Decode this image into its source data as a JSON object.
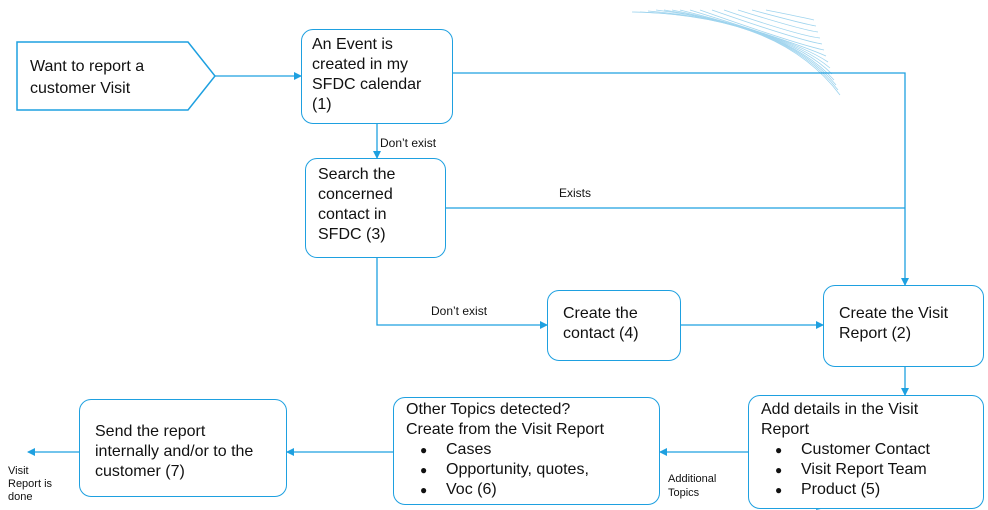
{
  "nodes": {
    "start": [
      "Want to report a",
      "customer Visit"
    ],
    "event": [
      "An Event is",
      "created in my",
      "SFDC calendar",
      "(1)"
    ],
    "search": [
      "Search the",
      "concerned",
      "contact in",
      "SFDC (3)"
    ],
    "create_contact": [
      "Create the",
      "contact (4)"
    ],
    "create_report": [
      "Create the Visit",
      "Report (2)"
    ],
    "add_details": {
      "lines": [
        "Add details in the Visit",
        "Report"
      ],
      "bullets": [
        "Customer Contact",
        "Visit Report Team",
        "Product (5)"
      ]
    },
    "other_topics": {
      "lines": [
        "Other Topics detected?",
        "Create from the Visit Report"
      ],
      "bullets": [
        "Cases",
        "Opportunity, quotes,",
        "Voc (6)"
      ]
    },
    "send_report": [
      "Send the report",
      "internally and/or to the",
      "customer (7)"
    ]
  },
  "edge_labels": {
    "dont_exist_1": "Don’t exist",
    "exists": "Exists",
    "dont_exist_2": "Don’t exist",
    "additional_topics": [
      "Additional",
      "Topics"
    ],
    "end": [
      "Visit",
      "Report is",
      "done"
    ]
  },
  "colors": {
    "line": "#1ea0e0",
    "border": "#1ea0e0"
  }
}
